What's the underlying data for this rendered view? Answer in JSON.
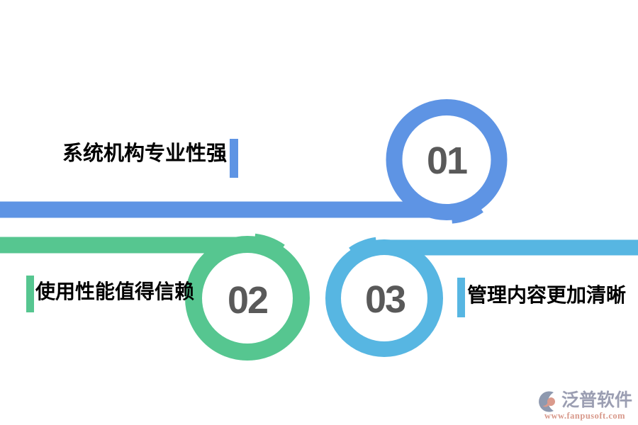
{
  "palette": {
    "blue": "#5E94E4",
    "green": "#56C690",
    "cyan": "#57B6E2",
    "number_gray": "#595959",
    "label_color": "#000000",
    "logo_name_color": "#9B9EB2",
    "logo_url_color": "#D8998B",
    "logo_icon_gray": "#8E99AF",
    "logo_icon_salmon": "#DA9A8C"
  },
  "steps": [
    {
      "number": "01",
      "label": "系统机构专业性强"
    },
    {
      "number": "02",
      "label": "使用性能值得信赖"
    },
    {
      "number": "03",
      "label": "管理内容更加清晰"
    }
  ],
  "logo": {
    "name": "泛普软件",
    "url": "www.fanpusoft.com"
  }
}
